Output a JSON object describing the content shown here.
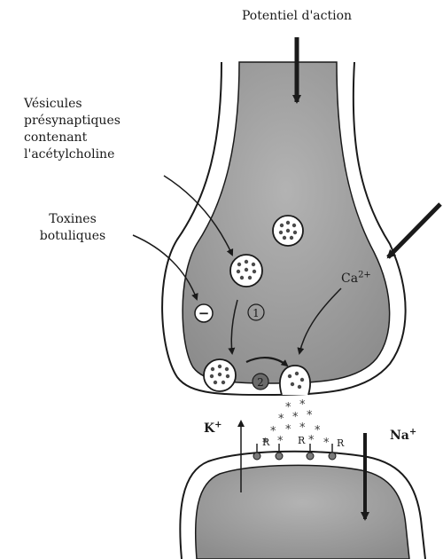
{
  "labels": {
    "action_potential": "Potentiel d'action",
    "vesicles_line1": "Vésicules",
    "vesicles_line2": "présynaptiques",
    "vesicles_line3": "contenant",
    "vesicles_line4": "l'acétylcholine",
    "toxins_line1": "Toxines",
    "toxins_line2": "botuliques",
    "calcium": "Ca",
    "calcium_charge": "2+",
    "potassium": "K",
    "potassium_charge": "+",
    "sodium": "Na",
    "sodium_charge": "+",
    "step_1": "1",
    "step_2": "2",
    "inhibition_sign": "−",
    "receptor": "R"
  },
  "colors": {
    "terminal_fill": "#9a9a9a",
    "outline": "#1a1a1a",
    "vesicle_fill": "#ffffff",
    "acetylcholine_dot": "#4a4a4a"
  }
}
